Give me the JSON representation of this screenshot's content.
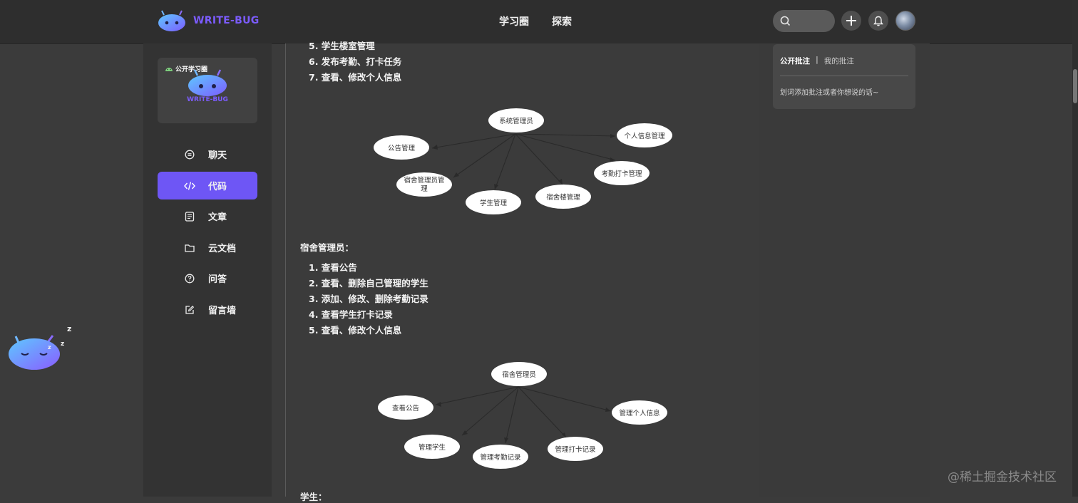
{
  "brand": {
    "name": "WRITE-BUG",
    "accent": "#7c5cff"
  },
  "nav": {
    "items": [
      "学习圈",
      "探索"
    ]
  },
  "topbar_icons": [
    "search-icon",
    "plus-icon",
    "bell-icon",
    "avatar"
  ],
  "sidebar": {
    "card": {
      "tag": "公开学习圈",
      "brand": "WRITE-BUG"
    },
    "menu": [
      {
        "label": "聊天",
        "icon": "chat-icon",
        "active": false
      },
      {
        "label": "代码",
        "icon": "code-icon",
        "active": true
      },
      {
        "label": "文章",
        "icon": "article-icon",
        "active": false
      },
      {
        "label": "云文档",
        "icon": "folder-icon",
        "active": false
      },
      {
        "label": "问答",
        "icon": "question-icon",
        "active": false
      },
      {
        "label": "留言墙",
        "icon": "edit-icon",
        "active": false
      }
    ]
  },
  "article": {
    "top_list": [
      "5. 学生楼室管理",
      "6. 发布考勤、打卡任务",
      "7. 查看、修改个人信息"
    ],
    "diagram1": {
      "center": "系统管理员",
      "nodes": [
        "公告管理",
        "个人信息管理",
        "考勤打卡管理",
        "宿舍管理员管理",
        "学生管理",
        "宿舍楼管理"
      ],
      "node_multiline": [
        "宿舍管理员管",
        "理"
      ]
    },
    "section2_title": "宿舍管理员：",
    "section2_list": [
      "1. 查看公告",
      "2. 查看、删除自己管理的学生",
      "3. 添加、修改、删除考勤记录",
      "4. 查看学生打卡记录",
      "5. 查看、修改个人信息"
    ],
    "diagram2": {
      "center": "宿舍管理员",
      "nodes": [
        "查看公告",
        "管理个人信息",
        "管理学生",
        "管理考勤记录",
        "管理打卡记录"
      ]
    },
    "section3_title": "学生："
  },
  "annotations": {
    "tab_public": "公开批注",
    "separator": "|",
    "tab_mine": "我的批注",
    "hint": "划词添加批注或者你想说的话~"
  },
  "watermark": "@稀土掘金技术社区",
  "colors": {
    "active_menu": "#6e56f5",
    "background": "#3b3b3b"
  }
}
